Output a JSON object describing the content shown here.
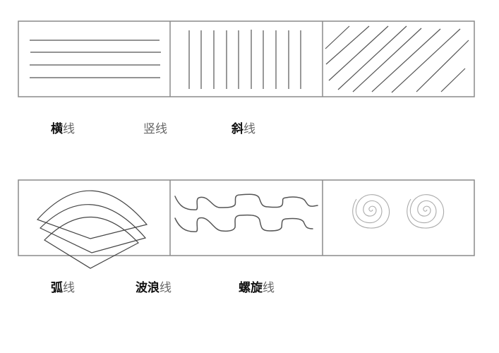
{
  "figure": {
    "row1": {
      "panels": [
        {
          "id": "horizontal",
          "label_bold": "横",
          "label_plain": "线",
          "line_count": 4
        },
        {
          "id": "vertical",
          "label_bold": "",
          "label_plain": "竖线",
          "line_count": 10
        },
        {
          "id": "diagonal",
          "label_bold": "斜",
          "label_plain": "线",
          "line_count": 10
        }
      ]
    },
    "row2": {
      "panels": [
        {
          "id": "arc",
          "label_bold": "弧",
          "label_plain": "线",
          "shape_count": 3
        },
        {
          "id": "wave",
          "label_bold": "波浪",
          "label_plain": "线",
          "line_count": 2
        },
        {
          "id": "spiral",
          "label_bold": "螺旋",
          "label_plain": "线",
          "shape_count": 2
        }
      ]
    },
    "colors": {
      "border": "#8a8a8a",
      "stroke": "#555555",
      "spiral_stroke": "#aaaaaa",
      "label_bold": "#111111",
      "label_plain": "#666666"
    }
  }
}
